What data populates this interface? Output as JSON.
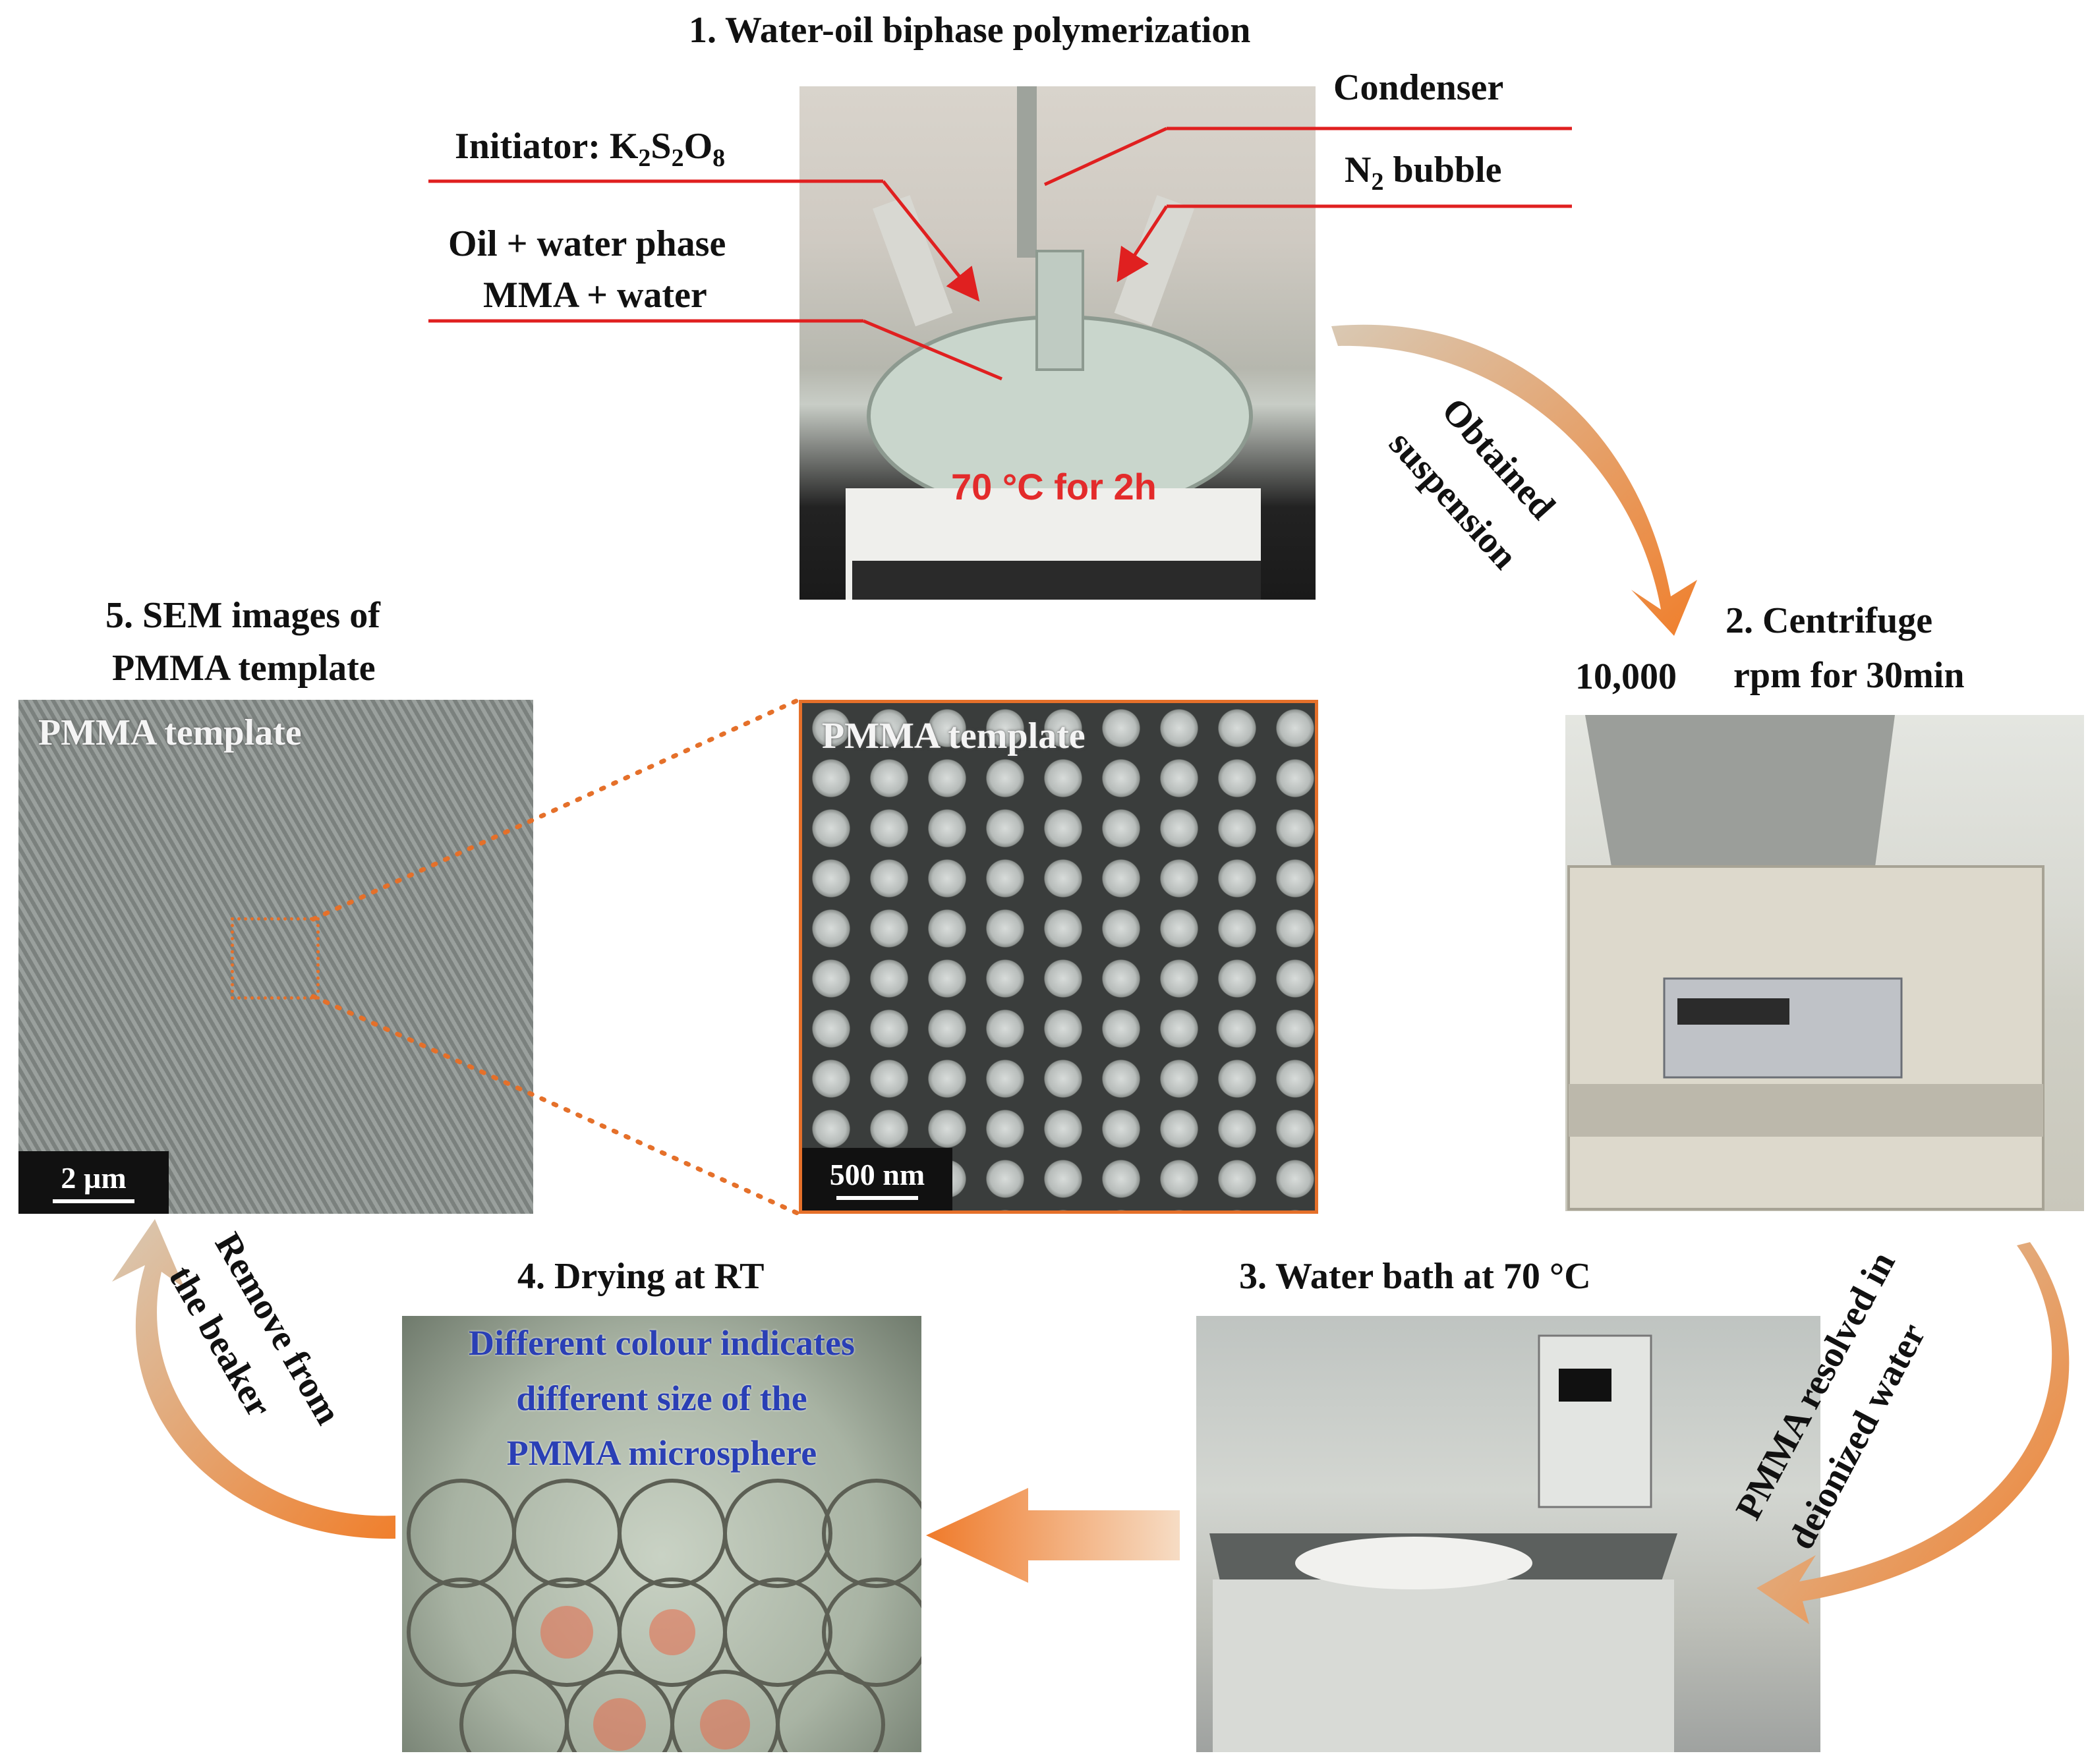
{
  "steps": {
    "s1": "1. Water-oil biphase polymerization",
    "s2": "2. Centrifuge",
    "s3": "3. Water bath at 70 °C",
    "s4": "4. Drying at RT",
    "s5_line1": "5. SEM images of",
    "s5_line2": "PMMA template"
  },
  "labels": {
    "condenser": "Condenser",
    "initiator_prefix": "Initiator:  K",
    "initiator_sub1": "2",
    "initiator_s": "S",
    "initiator_sub2": "2",
    "initiator_o": "O",
    "initiator_sub3": "8",
    "n2_main": "N",
    "n2_sub": "2",
    "n2_rest": " bubble",
    "oil_phase": "Oil + water phase",
    "mma_water": "MMA + water",
    "temp_time": "70 °C for 2h",
    "rpm_value": "10,000",
    "rpm_rest": "rpm for 30min"
  },
  "arrows": {
    "obtained_l1": "Obtained",
    "obtained_l2": "suspension",
    "pmma_l1": "PMMA resolved in",
    "pmma_l2": "deionized water",
    "remove_l1": "Remove from",
    "remove_l2": "the beaker"
  },
  "sem": {
    "left_title": "PMMA template",
    "left_scale": "2 µm",
    "right_title": "PMMA template",
    "right_scale": "500 nm"
  },
  "drying_caption": {
    "line1": "Different colour indicates",
    "line2": "different size of the",
    "line3": "PMMA microsphere"
  },
  "colors": {
    "annotation_line": "#e02020",
    "curved_arrow": "#f08a3a",
    "zoom_dots": "#e5702a",
    "caption_blue": "#2a3fb5"
  }
}
